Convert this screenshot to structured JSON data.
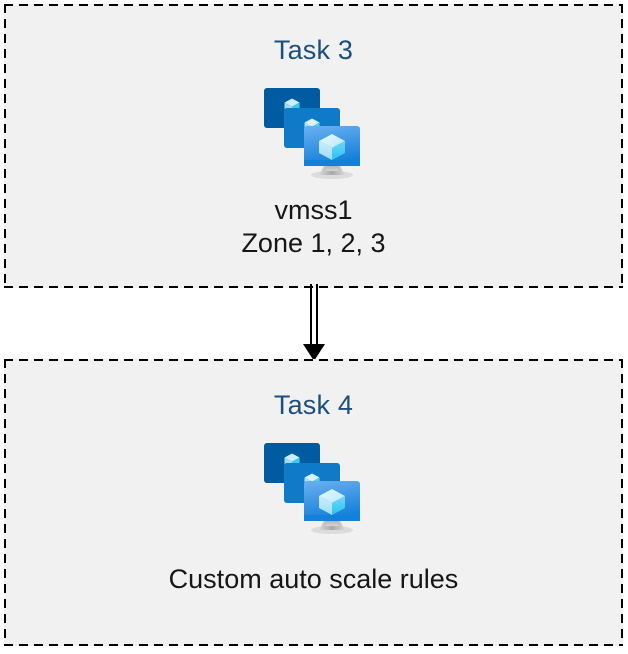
{
  "diagram": {
    "type": "flow",
    "background_color": "#ffffff",
    "box_fill_color": "#f1f1f1",
    "box_border_color": "#000000",
    "heading_color": "#1a4f7f",
    "caption_color": "#161616",
    "nodes": [
      {
        "id": "task-3",
        "title": "Task 3",
        "icon": "virtual-machine-scale-set-icon",
        "caption_lines": [
          "vmss1",
          "Zone 1, 2, 3"
        ]
      },
      {
        "id": "task-4",
        "title": "Task 4",
        "icon": "virtual-machine-scale-set-icon",
        "caption_lines": [
          "Custom auto scale rules"
        ]
      }
    ],
    "connector": {
      "id": "task3-to-task4-arrow",
      "style": "double-line-arrow",
      "direction": "down",
      "color": "#000000",
      "from": "task-3",
      "to": "task-4"
    }
  },
  "task3": {
    "title": "Task 3",
    "caption_line1": "vmss1",
    "caption_line2": "Zone 1, 2, 3"
  },
  "task4": {
    "title": "Task 4",
    "caption_line1": "Custom auto scale rules"
  }
}
